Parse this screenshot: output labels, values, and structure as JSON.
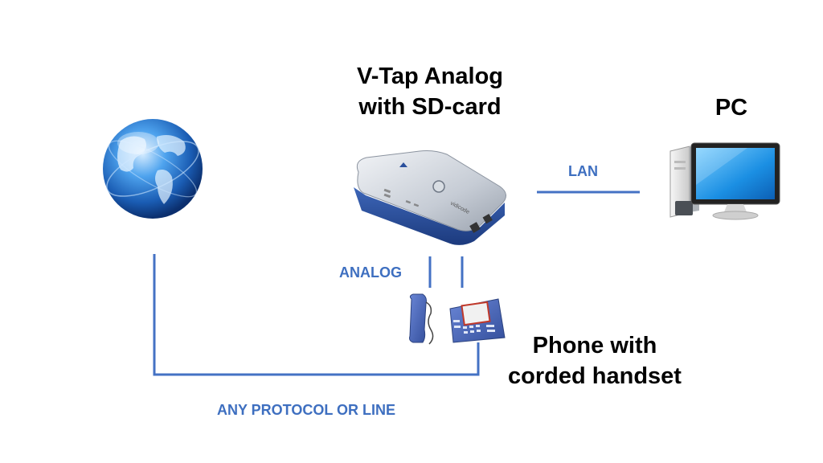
{
  "device": {
    "title_line1": "V-Tap Analog",
    "title_line2": "with SD-card",
    "brand": "vidicode"
  },
  "pc": {
    "title": "PC"
  },
  "phone": {
    "title_line1": "Phone with",
    "title_line2": "corded handset"
  },
  "links": {
    "lan": "LAN",
    "analog": "ANALOG",
    "any_protocol": "ANY PROTOCOL OR LINE"
  },
  "colors": {
    "line": "#4472c4",
    "label": "#3e6fc0",
    "globe": "#1f5fb0",
    "device_silver": "#c9ced6",
    "device_blue": "#2a4f9c",
    "monitor_screen": "#1f8ee0",
    "phone_body": "#4a67b8"
  },
  "icons": [
    "globe-icon",
    "vtap-device-icon",
    "pc-icon",
    "handset-icon",
    "desk-phone-icon"
  ]
}
